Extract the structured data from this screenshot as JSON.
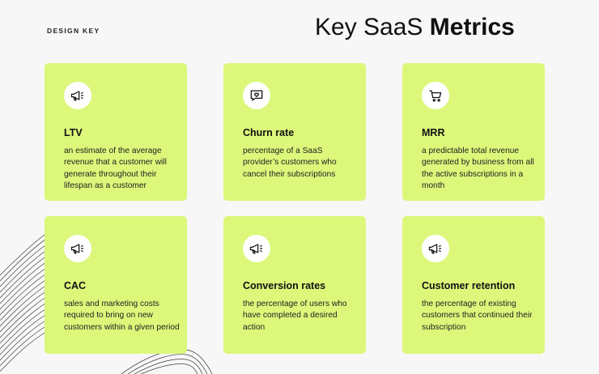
{
  "brand": {
    "logo_text": "DESIGN KEY"
  },
  "header": {
    "title_light": "Key SaaS",
    "title_bold": "Metrics"
  },
  "colors": {
    "card_bg": "#dcf77a",
    "page_bg": "#f7f7f7",
    "text": "#111111"
  },
  "cards": [
    {
      "icon": "megaphone-icon",
      "title": "LTV",
      "description": "an estimate of the average revenue that a customer will generate throughout their lifespan as a customer"
    },
    {
      "icon": "chat-heart-icon",
      "title": "Churn rate",
      "description": "percentage of a SaaS provider’s customers who cancel their subscriptions"
    },
    {
      "icon": "cart-icon",
      "title": "MRR",
      "description": "a predictable total revenue generated by business from all the active subscriptions in a month"
    },
    {
      "icon": "megaphone-icon",
      "title": "CAC",
      "description": "sales and marketing costs required to bring on new customers within a given period"
    },
    {
      "icon": "megaphone-icon",
      "title": "Conversion rates",
      "description": "the percentage of users who have completed a desired action"
    },
    {
      "icon": "megaphone-icon",
      "title": "Customer retention",
      "description": "the percentage of existing customers that continued their subscription"
    }
  ]
}
